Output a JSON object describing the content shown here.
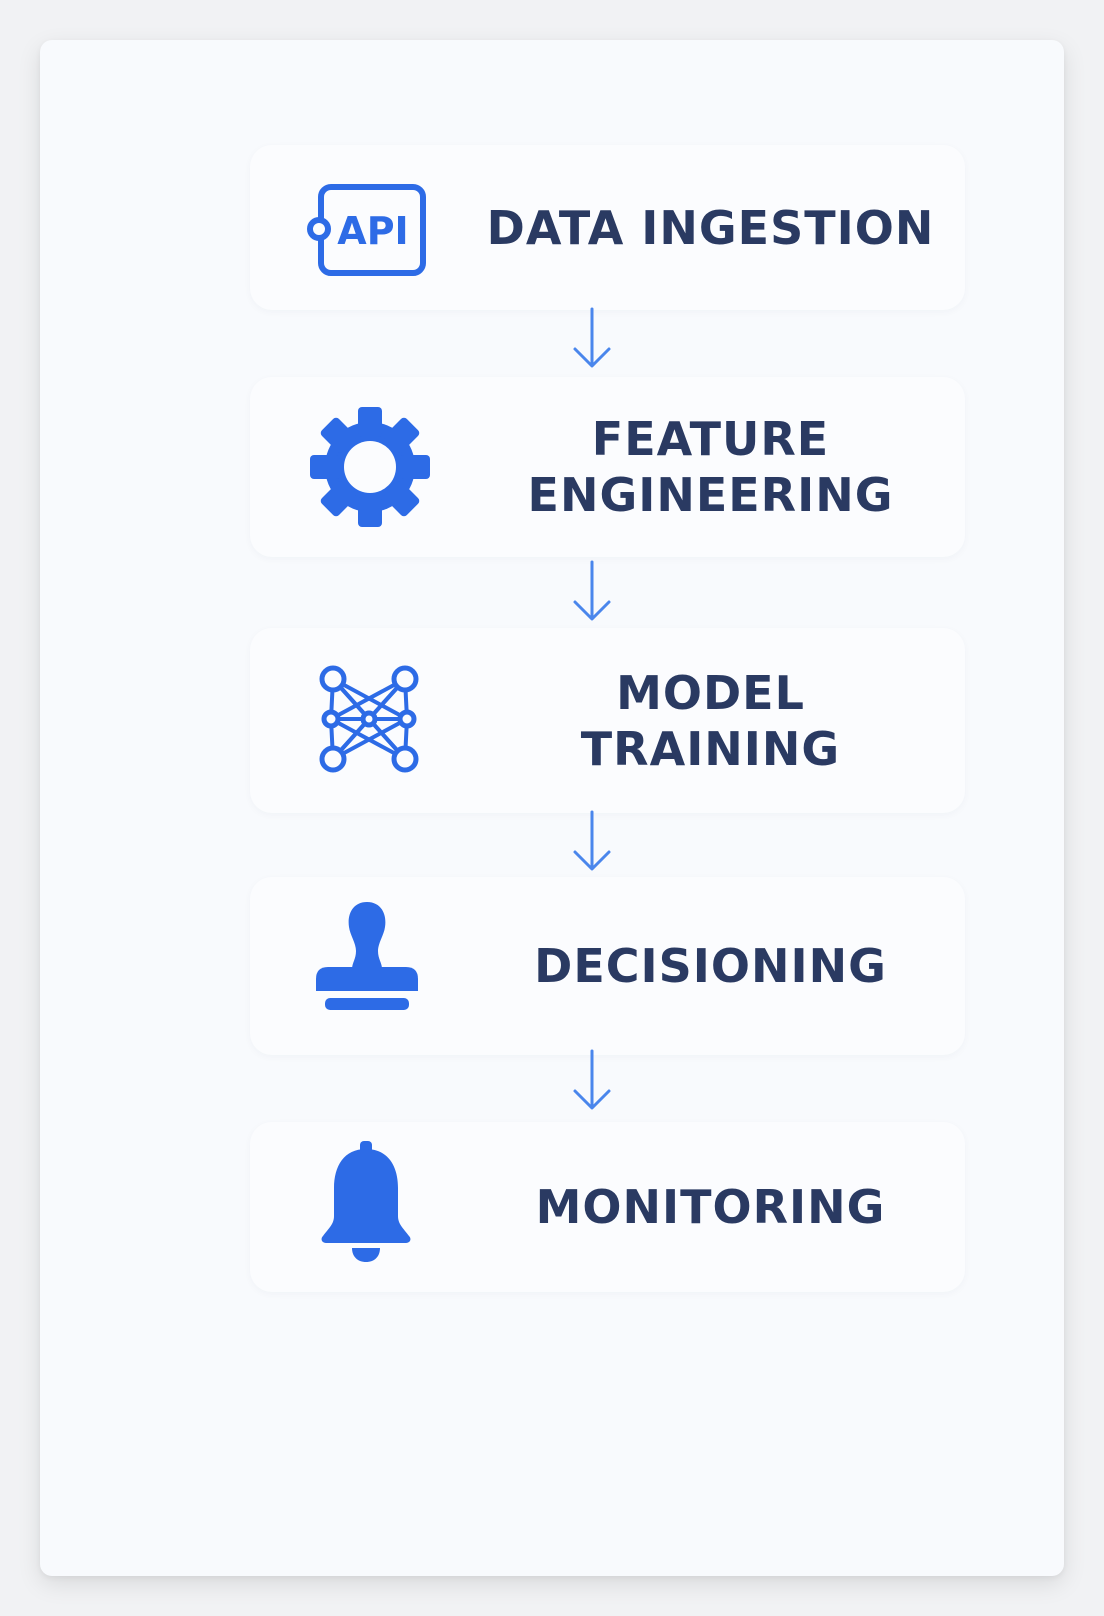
{
  "steps": [
    {
      "label": "DATA INGESTION",
      "icon": "api-icon",
      "icon_text": "API"
    },
    {
      "label": "FEATURE\nENGINEERING",
      "icon": "gear-icon"
    },
    {
      "label": "MODEL\nTRAINING",
      "icon": "neural-network-icon"
    },
    {
      "label": "DECISIONING",
      "icon": "stamp-icon"
    },
    {
      "label": "MONITORING",
      "icon": "bell-icon"
    }
  ],
  "colors": {
    "icon": "#2d6be6",
    "text": "#2a3a62",
    "arrow": "#4a86ec",
    "card": "#f8fafd",
    "background": "#f1f2f4"
  }
}
